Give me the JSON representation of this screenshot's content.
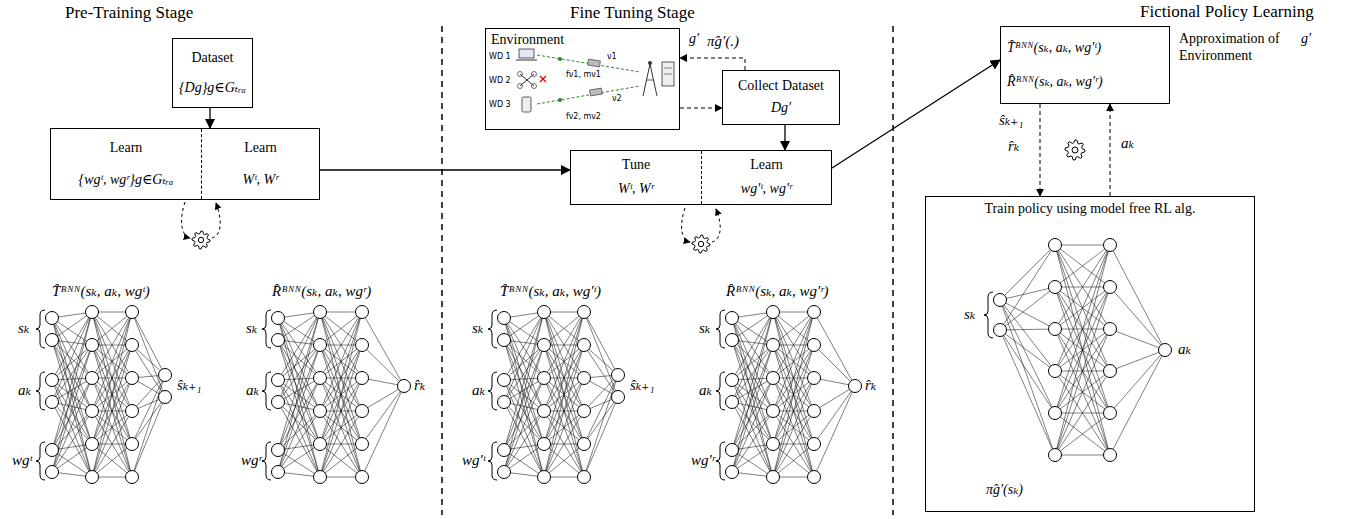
{
  "diagram": {
    "nodes": [
      {
        "text": [
          "Dataset",
          "{Dg}g∈Gₜᵣₐ"
        ]
      },
      {
        "text": [
          "Learn",
          "{wgᵗ, wgʳ}g∈Gₜᵣₐ",
          "Learn",
          "Wᵗ, Wʳ"
        ]
      },
      {
        "text": [
          "Environment",
          "g′"
        ]
      },
      {
        "text": [
          "Collect Dataset",
          "Dg′"
        ]
      },
      {
        "text": [
          "Tune",
          "Wᵗ, Wʳ",
          "Learn",
          "wg′ᵗ, wg′ʳ"
        ]
      },
      {
        "text": [
          "T̂ᴮᴺᴺ(sₖ, aₖ, wg′ᵗ)",
          "R̂ᴮᴺᴺ(sₖ, aₖ, wg′ʳ)",
          "Approximation of Environment",
          "g′"
        ]
      },
      {
        "text": [
          "Train policy using model free RL alg.",
          "π̂g′(sₖ)"
        ]
      }
    ],
    "edges": [
      {
        "from": 0,
        "to": 1,
        "arrow": "to"
      },
      {
        "from": 1,
        "to": 4,
        "arrow": "to"
      },
      {
        "from": 3,
        "to": 2,
        "arrow": "to",
        "label": "π̂g′(.)"
      },
      {
        "from": 2,
        "to": 3,
        "arrow": "to"
      },
      {
        "from": 3,
        "to": 4,
        "arrow": "to"
      },
      {
        "from": 4,
        "to": 5,
        "arrow": "to"
      },
      {
        "from": 5,
        "to": 6,
        "arrow": "to",
        "label": "ŝₖ₊₁"
      },
      {
        "from": 6,
        "to": 5,
        "arrow": "to",
        "label": "aₖ"
      }
    ],
    "labels": [
      "Pre-Training Stage",
      "Fine Tuning Stage",
      "Fictional Policy Learning",
      "T̂ᴮᴺᴺ(sₖ, aₖ, wgᵗ)",
      "sₖ",
      "aₖ",
      "wgᵗ",
      "ŝₖ₊₁",
      "R̂ᴮᴺᴺ(sₖ, aₖ, wgʳ)",
      "sₖ",
      "aₖ",
      "wgʳ",
      "r̂ₖ",
      "T̂ᴮᴺᴺ(sₖ, aₖ, wg′ᵗ)",
      "sₖ",
      "aₖ",
      "wg′ᵗ",
      "ŝₖ₊₁",
      "R̂ᴮᴺᴺ(sₖ, aₖ, wg′ʳ)",
      "sₖ",
      "aₖ",
      "wg′ʳ",
      "r̂ₖ",
      "r̂ₖ",
      "sₖ",
      "aₖ",
      "WD 1",
      "WD 2",
      "WD 3",
      "ν1",
      "fν1, mν1",
      "ν2",
      "fν2, mν2"
    ]
  }
}
